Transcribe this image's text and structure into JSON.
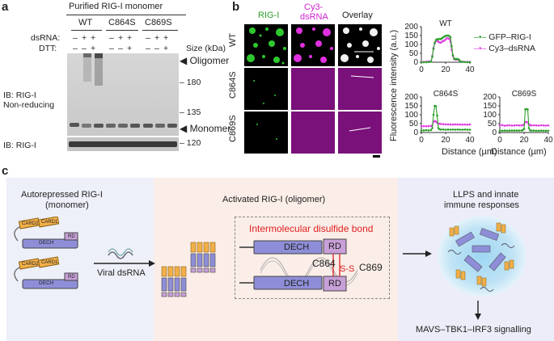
{
  "panel_a": {
    "letter": "a",
    "header": "Purified RIG-I monomer",
    "groups": [
      "WT",
      "C864S",
      "C869S"
    ],
    "row_dsrna_label": "dsRNA:",
    "row_dtt_label": "DTT:",
    "dsrna_signs": [
      "–",
      "+",
      "+",
      "–",
      "+",
      "+",
      "–",
      "+",
      "+"
    ],
    "dtt_signs": [
      "–",
      "–",
      "+",
      "–",
      "–",
      "+",
      "–",
      "–",
      "+"
    ],
    "size_label": "Size (kDa)",
    "markers": [
      "180",
      "135",
      "120"
    ],
    "oligomer_label": "Oligomer",
    "monomer_label": "Monomer",
    "ib_top_line1": "IB: RIG-I",
    "ib_top_line2": "Non-reducing",
    "ib_bottom": "IB: RIG-I"
  },
  "panel_b": {
    "letter": "b",
    "col_rig": "RIG-I",
    "col_cy3_line1": "Cy3-",
    "col_cy3_line2": "dsRNA",
    "col_overlay": "Overlay",
    "rows": [
      "WT",
      "C864S",
      "C869S"
    ],
    "plots": [
      {
        "title": "WT",
        "ylim": [
          0,
          200
        ],
        "yticks": [
          "0",
          "50",
          "100",
          "150",
          "200"
        ],
        "xticks": [
          "0",
          "20",
          "40"
        ],
        "gfp": [
          [
            0,
            0
          ],
          [
            2,
            0
          ],
          [
            4,
            0
          ],
          [
            6,
            1
          ],
          [
            8,
            3
          ],
          [
            9,
            30
          ],
          [
            10,
            75
          ],
          [
            11,
            110
          ],
          [
            12,
            125
          ],
          [
            13,
            130
          ],
          [
            14,
            128
          ],
          [
            15,
            132
          ],
          [
            16,
            130
          ],
          [
            17,
            135
          ],
          [
            18,
            140
          ],
          [
            19,
            145
          ],
          [
            20,
            148
          ],
          [
            21,
            150
          ],
          [
            22,
            150
          ],
          [
            23,
            148
          ],
          [
            24,
            140
          ],
          [
            25,
            90
          ],
          [
            26,
            40
          ],
          [
            27,
            20
          ],
          [
            28,
            18
          ],
          [
            29,
            18
          ],
          [
            30,
            18
          ],
          [
            31,
            14
          ],
          [
            32,
            5
          ],
          [
            34,
            2
          ],
          [
            36,
            1
          ],
          [
            38,
            0
          ],
          [
            40,
            0
          ]
        ],
        "cy3": [
          [
            0,
            2
          ],
          [
            2,
            2
          ],
          [
            4,
            3
          ],
          [
            6,
            4
          ],
          [
            8,
            6
          ],
          [
            9,
            35
          ],
          [
            10,
            80
          ],
          [
            11,
            105
          ],
          [
            12,
            118
          ],
          [
            13,
            122
          ],
          [
            14,
            115
          ],
          [
            15,
            112
          ],
          [
            16,
            110
          ],
          [
            17,
            115
          ],
          [
            18,
            120
          ],
          [
            19,
            122
          ],
          [
            20,
            128
          ],
          [
            21,
            135
          ],
          [
            22,
            135
          ],
          [
            23,
            130
          ],
          [
            24,
            115
          ],
          [
            25,
            70
          ],
          [
            26,
            35
          ],
          [
            27,
            18
          ],
          [
            28,
            15
          ],
          [
            29,
            15
          ],
          [
            30,
            16
          ],
          [
            31,
            12
          ],
          [
            32,
            6
          ],
          [
            34,
            3
          ],
          [
            36,
            2
          ],
          [
            38,
            2
          ],
          [
            40,
            2
          ]
        ]
      },
      {
        "title": "C864S",
        "ylim": [
          0,
          200
        ],
        "yticks": [
          "0",
          "50",
          "100",
          "150",
          "200"
        ],
        "xticks": [
          "0",
          "20",
          "40"
        ],
        "gfp": [
          [
            0,
            12
          ],
          [
            2,
            12
          ],
          [
            4,
            13
          ],
          [
            6,
            12
          ],
          [
            8,
            14
          ],
          [
            9,
            25
          ],
          [
            10,
            100
          ],
          [
            11,
            150
          ],
          [
            12,
            148
          ],
          [
            13,
            95
          ],
          [
            14,
            25
          ],
          [
            15,
            18
          ],
          [
            16,
            17
          ],
          [
            18,
            17
          ],
          [
            20,
            16
          ],
          [
            22,
            17
          ],
          [
            24,
            16
          ],
          [
            26,
            17
          ],
          [
            28,
            16
          ],
          [
            30,
            17
          ],
          [
            32,
            16
          ],
          [
            34,
            16
          ],
          [
            36,
            17
          ],
          [
            38,
            16
          ],
          [
            40,
            16
          ]
        ],
        "cy3": [
          [
            0,
            35
          ],
          [
            2,
            36
          ],
          [
            4,
            35
          ],
          [
            6,
            36
          ],
          [
            8,
            37
          ],
          [
            9,
            40
          ],
          [
            10,
            60
          ],
          [
            11,
            65
          ],
          [
            12,
            62
          ],
          [
            13,
            55
          ],
          [
            14,
            50
          ],
          [
            15,
            49
          ],
          [
            16,
            48
          ],
          [
            18,
            47
          ],
          [
            20,
            46
          ],
          [
            22,
            46
          ],
          [
            24,
            45
          ],
          [
            26,
            45
          ],
          [
            28,
            46
          ],
          [
            30,
            45
          ],
          [
            32,
            45
          ],
          [
            34,
            44
          ],
          [
            36,
            45
          ],
          [
            38,
            44
          ],
          [
            40,
            45
          ]
        ]
      },
      {
        "title": "C869S",
        "ylim": [
          0,
          200
        ],
        "yticks": [
          "0",
          "50",
          "100",
          "150",
          "200"
        ],
        "xticks": [
          "0",
          "20",
          "40"
        ],
        "gfp": [
          [
            0,
            10
          ],
          [
            2,
            10
          ],
          [
            4,
            11
          ],
          [
            6,
            10
          ],
          [
            8,
            11
          ],
          [
            10,
            11
          ],
          [
            12,
            11
          ],
          [
            14,
            11
          ],
          [
            16,
            11
          ],
          [
            18,
            12
          ],
          [
            19,
            14
          ],
          [
            20,
            20
          ],
          [
            21,
            130
          ],
          [
            22,
            132
          ],
          [
            23,
            130
          ],
          [
            24,
            25
          ],
          [
            25,
            12
          ],
          [
            26,
            11
          ],
          [
            28,
            11
          ],
          [
            30,
            10
          ],
          [
            32,
            10
          ],
          [
            34,
            11
          ],
          [
            36,
            10
          ],
          [
            38,
            10
          ],
          [
            40,
            10
          ]
        ],
        "cy3": [
          [
            0,
            40
          ],
          [
            2,
            42
          ],
          [
            4,
            38
          ],
          [
            6,
            40
          ],
          [
            8,
            41
          ],
          [
            10,
            39
          ],
          [
            12,
            40
          ],
          [
            14,
            41
          ],
          [
            16,
            40
          ],
          [
            18,
            40
          ],
          [
            19,
            42
          ],
          [
            20,
            45
          ],
          [
            21,
            58
          ],
          [
            22,
            60
          ],
          [
            23,
            57
          ],
          [
            24,
            46
          ],
          [
            25,
            42
          ],
          [
            26,
            40
          ],
          [
            28,
            41
          ],
          [
            30,
            40
          ],
          [
            32,
            39
          ],
          [
            34,
            41
          ],
          [
            36,
            40
          ],
          [
            38,
            39
          ],
          [
            40,
            40
          ]
        ]
      }
    ],
    "ylabel": "Fluorescence intensity (a.u.)",
    "xlabel": "Distance (µm)",
    "legend_gfp": "GFP–RIG-I",
    "legend_cy3": "Cy3–dsRNA",
    "color_gfp": "#2ca02c",
    "color_cy3": "#e040e0"
  },
  "panel_c": {
    "letter": "c",
    "left_title_line1": "Autorepressed RIG-I",
    "left_title_line2": "(monomer)",
    "card2": "CARD2",
    "card1": "CARD1",
    "dech": "DECH",
    "rd": "RD",
    "viral_label": "Viral dsRNA",
    "middle_title": "Activated RIG-I (oligomer)",
    "bond_title": "Intermolecular disulfide bond",
    "c864": "C864",
    "c869": "C869",
    "ss": "S-S",
    "right_title_line1": "LLPS and innate",
    "right_title_line2": "immune responses",
    "signalling": "MAVS–TBK1–IRF3 signalling",
    "color_card": "#f2b04a",
    "color_dech": "#8e8ed8",
    "color_rd": "#c8a0d8",
    "color_red": "#e02020"
  }
}
